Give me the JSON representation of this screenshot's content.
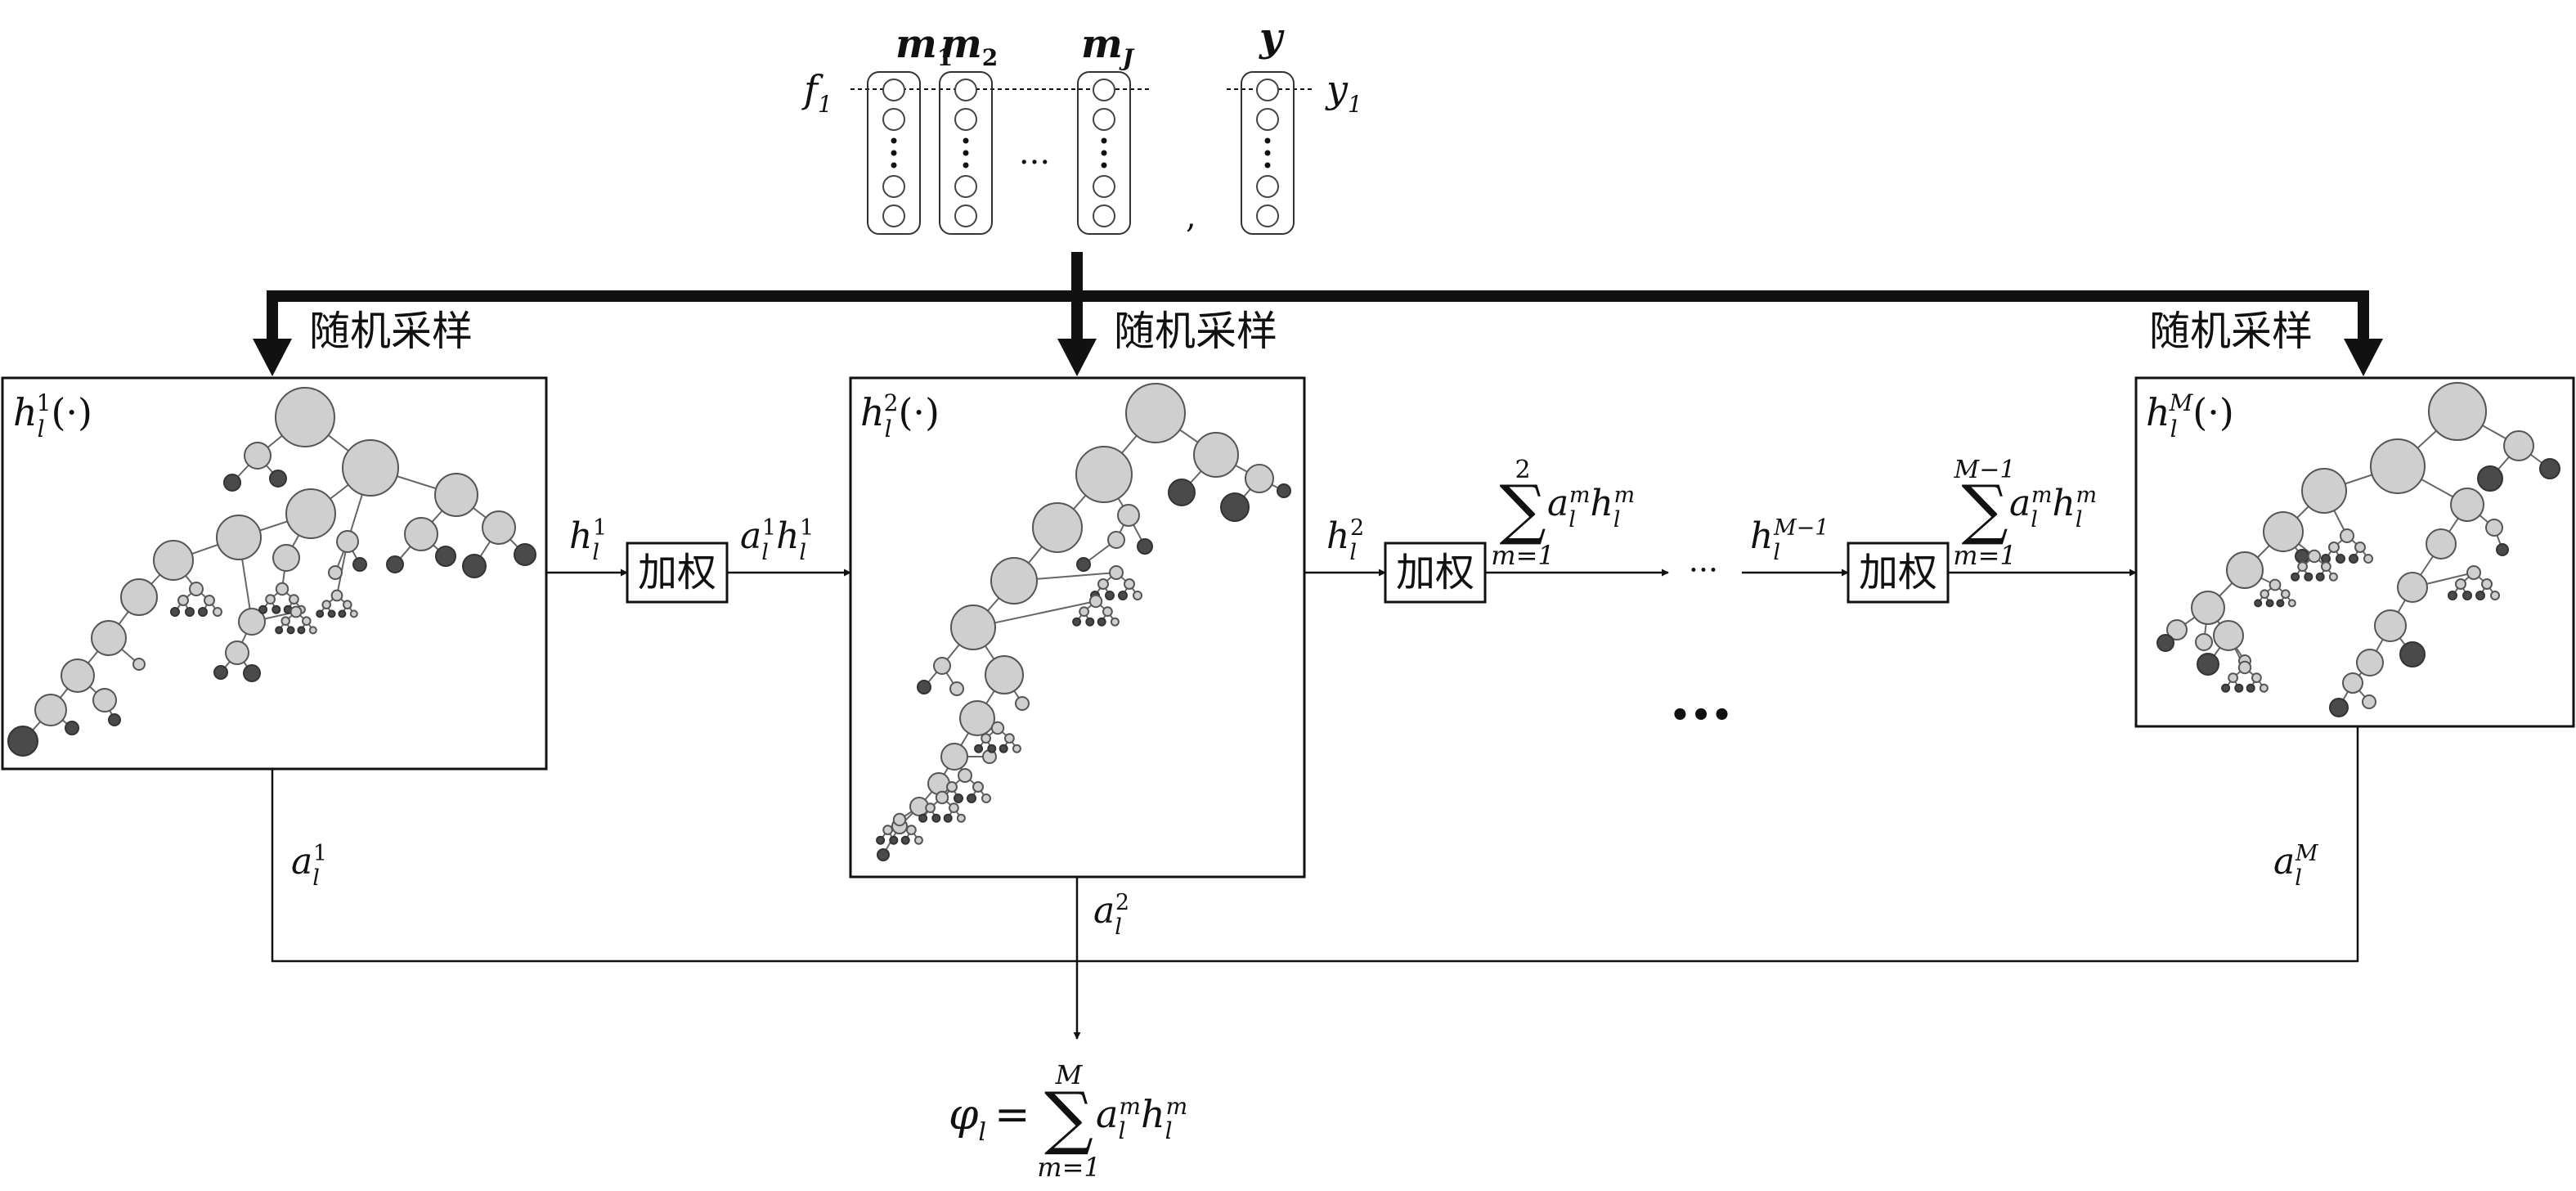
{
  "input": {
    "columns": [
      "m",
      "m",
      "m"
    ],
    "column_subscripts": [
      "1",
      "2",
      "J"
    ],
    "ellipsis": "...",
    "comma": ",",
    "target": "y",
    "f_label": "f",
    "f_sub": "1",
    "y_label": "y",
    "y_sub": "1"
  },
  "sampling_label": "随机采样",
  "weight_label": "加权",
  "trees": [
    {
      "h": "h",
      "sub": "l",
      "sup": "1",
      "arg": "(·)"
    },
    {
      "h": "h",
      "sub": "l",
      "sup": "2",
      "arg": "(·)"
    },
    {
      "h": "h",
      "sub": "l",
      "sup": "M",
      "arg": "(·)"
    }
  ],
  "flow": {
    "e1_h": "h",
    "e1_sub": "l",
    "e1_sup": "1",
    "w1_a": "a",
    "w1_asub": "l",
    "w1_asup": "1",
    "w1_h": "h",
    "w1_hsub": "l",
    "w1_hsup": "1",
    "e2_h": "h",
    "e2_sub": "l",
    "e2_sup": "2",
    "sum1_top": "2",
    "sum1_bot": "m=1",
    "sum1_a": "a",
    "sum1_asub": "l",
    "sum1_asup": "m",
    "sum1_h": "h",
    "sum1_hsub": "l",
    "sum1_hsup": "m",
    "mid_ellipsis": "···",
    "e3_h": "h",
    "e3_sub": "l",
    "e3_sup": "M−1",
    "sum2_top": "M−1",
    "sum2_bot": "m=1",
    "sum2_a": "a",
    "sum2_asub": "l",
    "sum2_asup": "m",
    "sum2_h": "h",
    "sum2_hsub": "l",
    "sum2_hsup": "m",
    "dots": "•••"
  },
  "bottom": {
    "a1": "a",
    "a1_sub": "l",
    "a1_sup": "1",
    "a2": "a",
    "a2_sub": "l",
    "a2_sup": "2",
    "aM": "a",
    "aM_sub": "l",
    "aM_sup": "M",
    "phi": "φ",
    "phi_sub": "l",
    "eq": "=",
    "sum_top": "M",
    "sum_bot": "m=1",
    "sum_a": "a",
    "sum_asub": "l",
    "sum_asup": "m",
    "sum_h": "h",
    "sum_hsub": "l",
    "sum_hsup": "m"
  }
}
